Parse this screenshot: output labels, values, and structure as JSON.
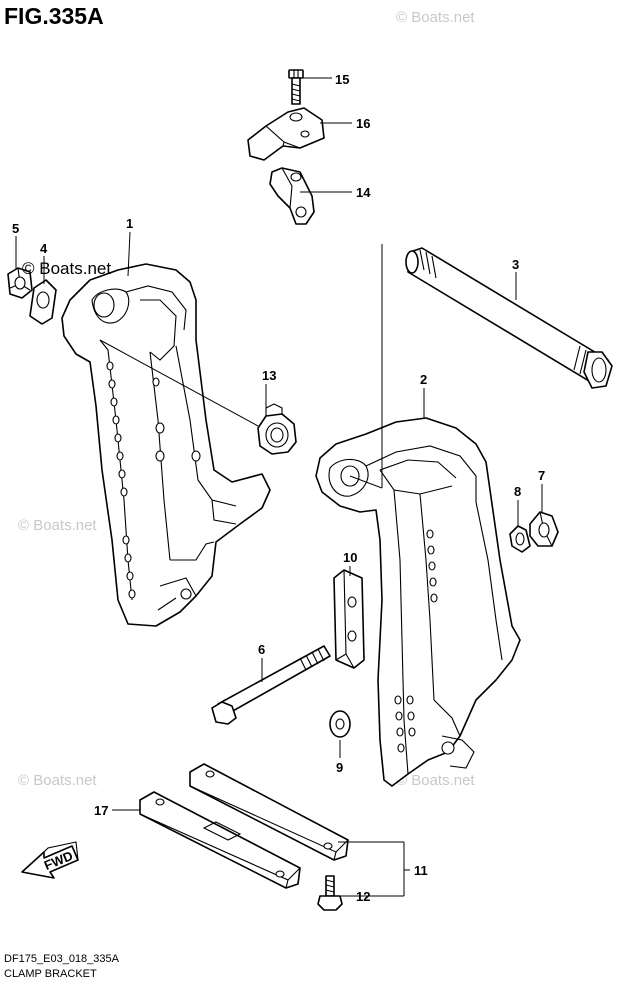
{
  "figure": {
    "title": "FIG.335A"
  },
  "watermarks": {
    "text": "© Boats.net",
    "dark_text": "© Boats.net"
  },
  "callouts": [
    {
      "id": "c1",
      "label": "1"
    },
    {
      "id": "c2",
      "label": "2"
    },
    {
      "id": "c3",
      "label": "3"
    },
    {
      "id": "c4",
      "label": "4"
    },
    {
      "id": "c5",
      "label": "5"
    },
    {
      "id": "c6",
      "label": "6"
    },
    {
      "id": "c7",
      "label": "7"
    },
    {
      "id": "c8",
      "label": "8"
    },
    {
      "id": "c9",
      "label": "9"
    },
    {
      "id": "c10",
      "label": "10"
    },
    {
      "id": "c11",
      "label": "11"
    },
    {
      "id": "c12",
      "label": "12"
    },
    {
      "id": "c13",
      "label": "13"
    },
    {
      "id": "c14",
      "label": "14"
    },
    {
      "id": "c15",
      "label": "15"
    },
    {
      "id": "c16",
      "label": "16"
    },
    {
      "id": "c17",
      "label": "17"
    }
  ],
  "direction_arrow": {
    "label": "FWD"
  },
  "footer": {
    "code": "DF175_E03_018_335A",
    "name": "CLAMP BRACKET"
  }
}
